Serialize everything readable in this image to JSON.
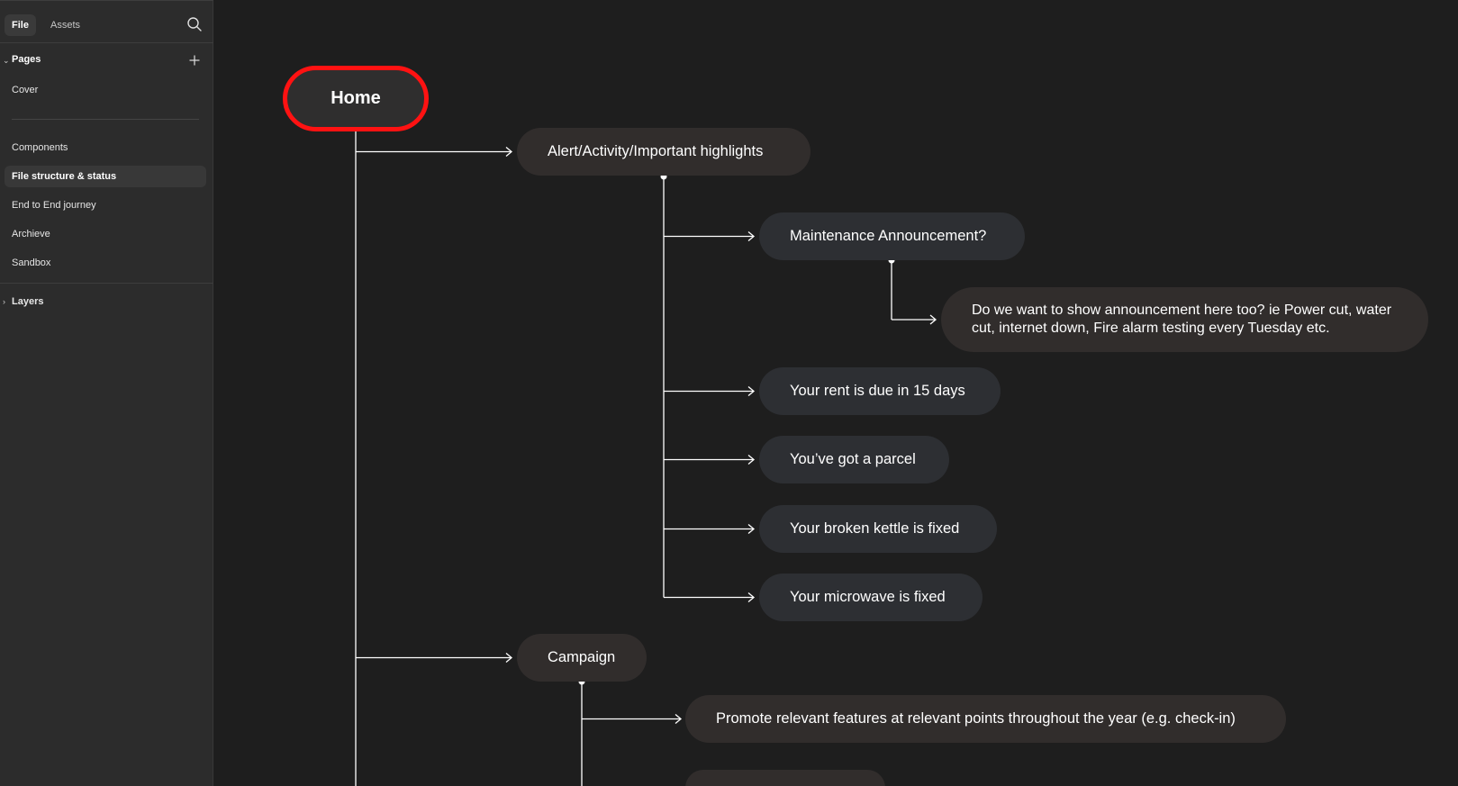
{
  "sidebar": {
    "tabs": [
      {
        "label": "File",
        "active": true
      },
      {
        "label": "Assets",
        "active": false
      }
    ],
    "search_icon": "search-icon",
    "pages_label": "Pages",
    "add_icon": "plus-icon",
    "pages": [
      {
        "label": "Cover"
      },
      {
        "label": "Components"
      },
      {
        "label": "File structure & status",
        "active": true
      },
      {
        "label": "End to End journey"
      },
      {
        "label": "Archieve"
      },
      {
        "label": "Sandbox"
      }
    ],
    "layers_label": "Layers"
  },
  "canvas": {
    "home": "Home",
    "alert": "Alert/Activity/Important highlights",
    "maintenance": "Maintenance Announcement?",
    "announcement_note": "Do we want to show announcement here too? ie Power cut, water cut, internet down,  Fire alarm testing every Tuesday etc.",
    "rent": "Your rent is due in 15 days",
    "parcel": "You’ve got a parcel",
    "kettle": "Your broken kettle is fixed",
    "microwave": "Your microwave is fixed",
    "campaign": "Campaign",
    "promote": "Promote relevant features at relevant points throughout the year (e.g. check-in)"
  },
  "colors": {
    "canvas_bg": "#1e1e1e",
    "sidebar_bg": "#2c2c2c",
    "highlight_red": "#ff1212",
    "connector": "#ffffff"
  }
}
